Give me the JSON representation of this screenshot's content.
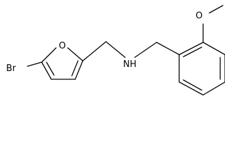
{
  "molecule": {
    "atoms": {
      "bromine": "Br",
      "furan_oxygen": "O",
      "amine": "NH",
      "methoxy_oxygen": "O"
    }
  }
}
